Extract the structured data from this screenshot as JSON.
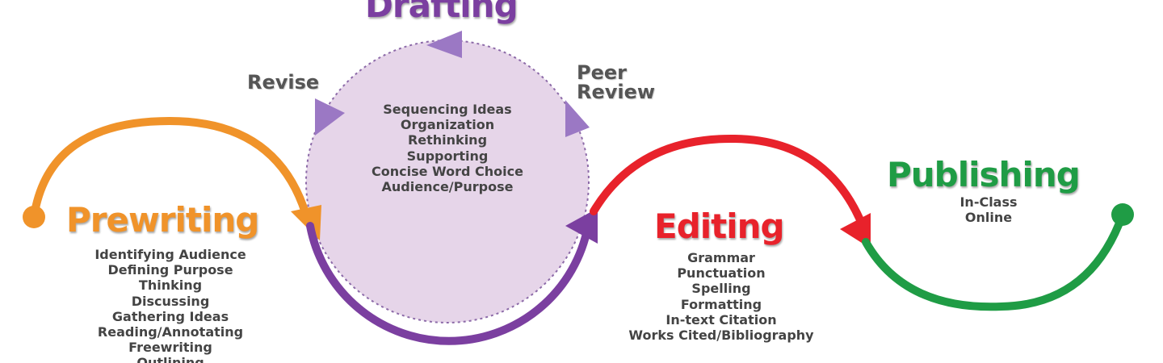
{
  "stages": {
    "drafting": {
      "title": "Drafting",
      "color": "#7b3fa0",
      "steps": [
        "Sequencing Ideas",
        "Organization",
        "Rethinking",
        "Supporting",
        "Concise Word Choice",
        "Audience/Purpose"
      ]
    },
    "prewriting": {
      "title": "Prewriting",
      "color": "#f0932a",
      "steps": [
        "Identifying Audience",
        "Defining Purpose",
        "Thinking",
        "Discussing",
        "Gathering Ideas",
        "Reading/Annotating",
        "Freewriting",
        "Outlining"
      ]
    },
    "editing": {
      "title": "Editing",
      "color": "#e8222b",
      "steps": [
        "Grammar",
        "Punctuation",
        "Spelling",
        "Formatting",
        "In-text Citation",
        "Works Cited/Bibliography"
      ]
    },
    "publishing": {
      "title": "Publishing",
      "color": "#1f9c45",
      "steps": [
        "In-Class",
        "Online"
      ]
    }
  },
  "cycle_labels": {
    "revise": "Revise",
    "peer_review_line1": "Peer",
    "peer_review_line2": "Review"
  },
  "colors": {
    "drafting_circle_fill": "#e6d5e9",
    "cycle_arrow": "#9b78c4",
    "label_text": "#555555",
    "step_text": "#444444"
  }
}
